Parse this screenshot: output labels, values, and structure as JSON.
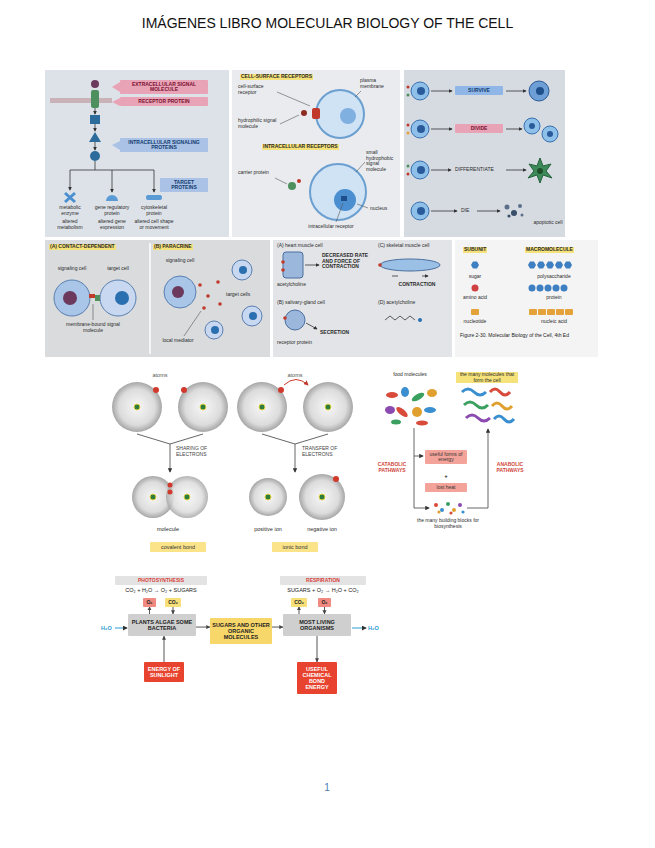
{
  "diagram": {
    "title": "IMÁGENES LIBRO MOLECULAR BIOLOGY OF THE CELL",
    "nodes": [
      {
        "text": [
          "EXTRACELLULAR SIGNAL MOLECULE"
        ]
      },
      {
        "text": [
          "RECEPTOR PROTEIN"
        ]
      },
      {
        "text": [
          "INTRACELLULAR SIGNALING PROTEINS"
        ]
      },
      {
        "text": [
          "TARGET PROTEINS"
        ]
      },
      {
        "text": [
          "SURVIVE"
        ]
      },
      {
        "text": [
          "DIVIDE"
        ]
      },
      {
        "text": [
          "covalent bond"
        ]
      },
      {
        "text": [
          "ionic bond"
        ]
      },
      {
        "text": [
          "useful forms of energy"
        ]
      },
      {
        "text": [
          "lost heat"
        ]
      },
      {
        "text": [
          "PHOTOSYNTHESIS"
        ]
      },
      {
        "text": [
          "RESPIRATION"
        ]
      },
      {
        "text": [
          "O₂"
        ]
      },
      {
        "text": [
          "CO₂"
        ]
      },
      {
        "text": [
          "CO₂"
        ]
      },
      {
        "text": [
          "O₂"
        ]
      },
      {
        "text": [
          "PLANTS ALGAE SOME BACTERIA"
        ]
      },
      {
        "text": [
          "SUGARS AND OTHER ORGANIC MOLECULES"
        ]
      },
      {
        "text": [
          "MOST LIVING ORGANISMS"
        ]
      },
      {
        "text": [
          "ENERGY OF SUNLIGHT"
        ]
      },
      {
        "text": [
          "USEFUL CHEMICAL BOND ENERGY"
        ]
      }
    ],
    "edges": [
      {
        "from": 16,
        "to": 17,
        "arrow": "to"
      },
      {
        "from": 17,
        "to": 18,
        "arrow": "to"
      },
      {
        "from": 16,
        "to": 12,
        "arrow": "to"
      },
      {
        "from": 13,
        "to": 16,
        "arrow": "to"
      },
      {
        "from": 18,
        "to": 14,
        "arrow": "to"
      },
      {
        "from": 15,
        "to": 18,
        "arrow": "to"
      },
      {
        "from": 19,
        "to": 16,
        "arrow": "to"
      },
      {
        "from": 18,
        "to": 20,
        "arrow": "to"
      }
    ],
    "labels": [
      "metabolic enzyme",
      "gene regulatory protein",
      "cytoskeletal protein",
      "altered metabolism",
      "altered gene expression",
      "altered cell shape or movement",
      "CELL-SURFACE RECEPTORS",
      "cell-surface receptor",
      "plasma membrane",
      "hydrophilic signal molecule",
      "INTRACELLULAR RECEPTORS",
      "small hydrophobic signal molecule",
      "carrier protein",
      "nucleus",
      "intracellular receptor",
      "DIFFERENTIATE",
      "DIE",
      "apoptotic cell",
      "(A) CONTACT-DEPENDENT",
      "(B) PARACRINE",
      "signaling cell",
      "target cell",
      "membrane-bound signal molecule",
      "signaling cell",
      "target cells",
      "local mediator",
      "(A) heart muscle cell",
      "(C) skeletal muscle cell",
      "acetylcholine",
      "DECREASED RATE AND FORCE OF CONTRACTION",
      "CONTRACTION",
      "(B) salivary-gland cell",
      "(D) acetylcholine",
      "receptor protein",
      "SECRETION",
      "SUBUNIT",
      "MACROMOLECULE",
      "sugar",
      "polysaccharide",
      "amino acid",
      "protein",
      "nucleotide",
      "nucleic acid",
      "Figure 2-30. Molecular Biology of the Cell, 4th Ed",
      "atoms",
      "atoms",
      "SHARING OF ELECTRONS",
      "TRANSFER OF ELECTRONS",
      "molecule",
      "positive ion",
      "negative ion",
      "food molecules",
      "the many molecules that form the cell",
      "CATABOLIC PATHWAYS",
      "ANABOLIC PATHWAYS",
      "+",
      "the many building blocks for biosynthesis",
      "CO₂ + H₂O → O₂ + SUGARS",
      "SUGARS + O₂ → H₂O + CO₂",
      "H₂O",
      "H₂O",
      "1"
    ]
  }
}
